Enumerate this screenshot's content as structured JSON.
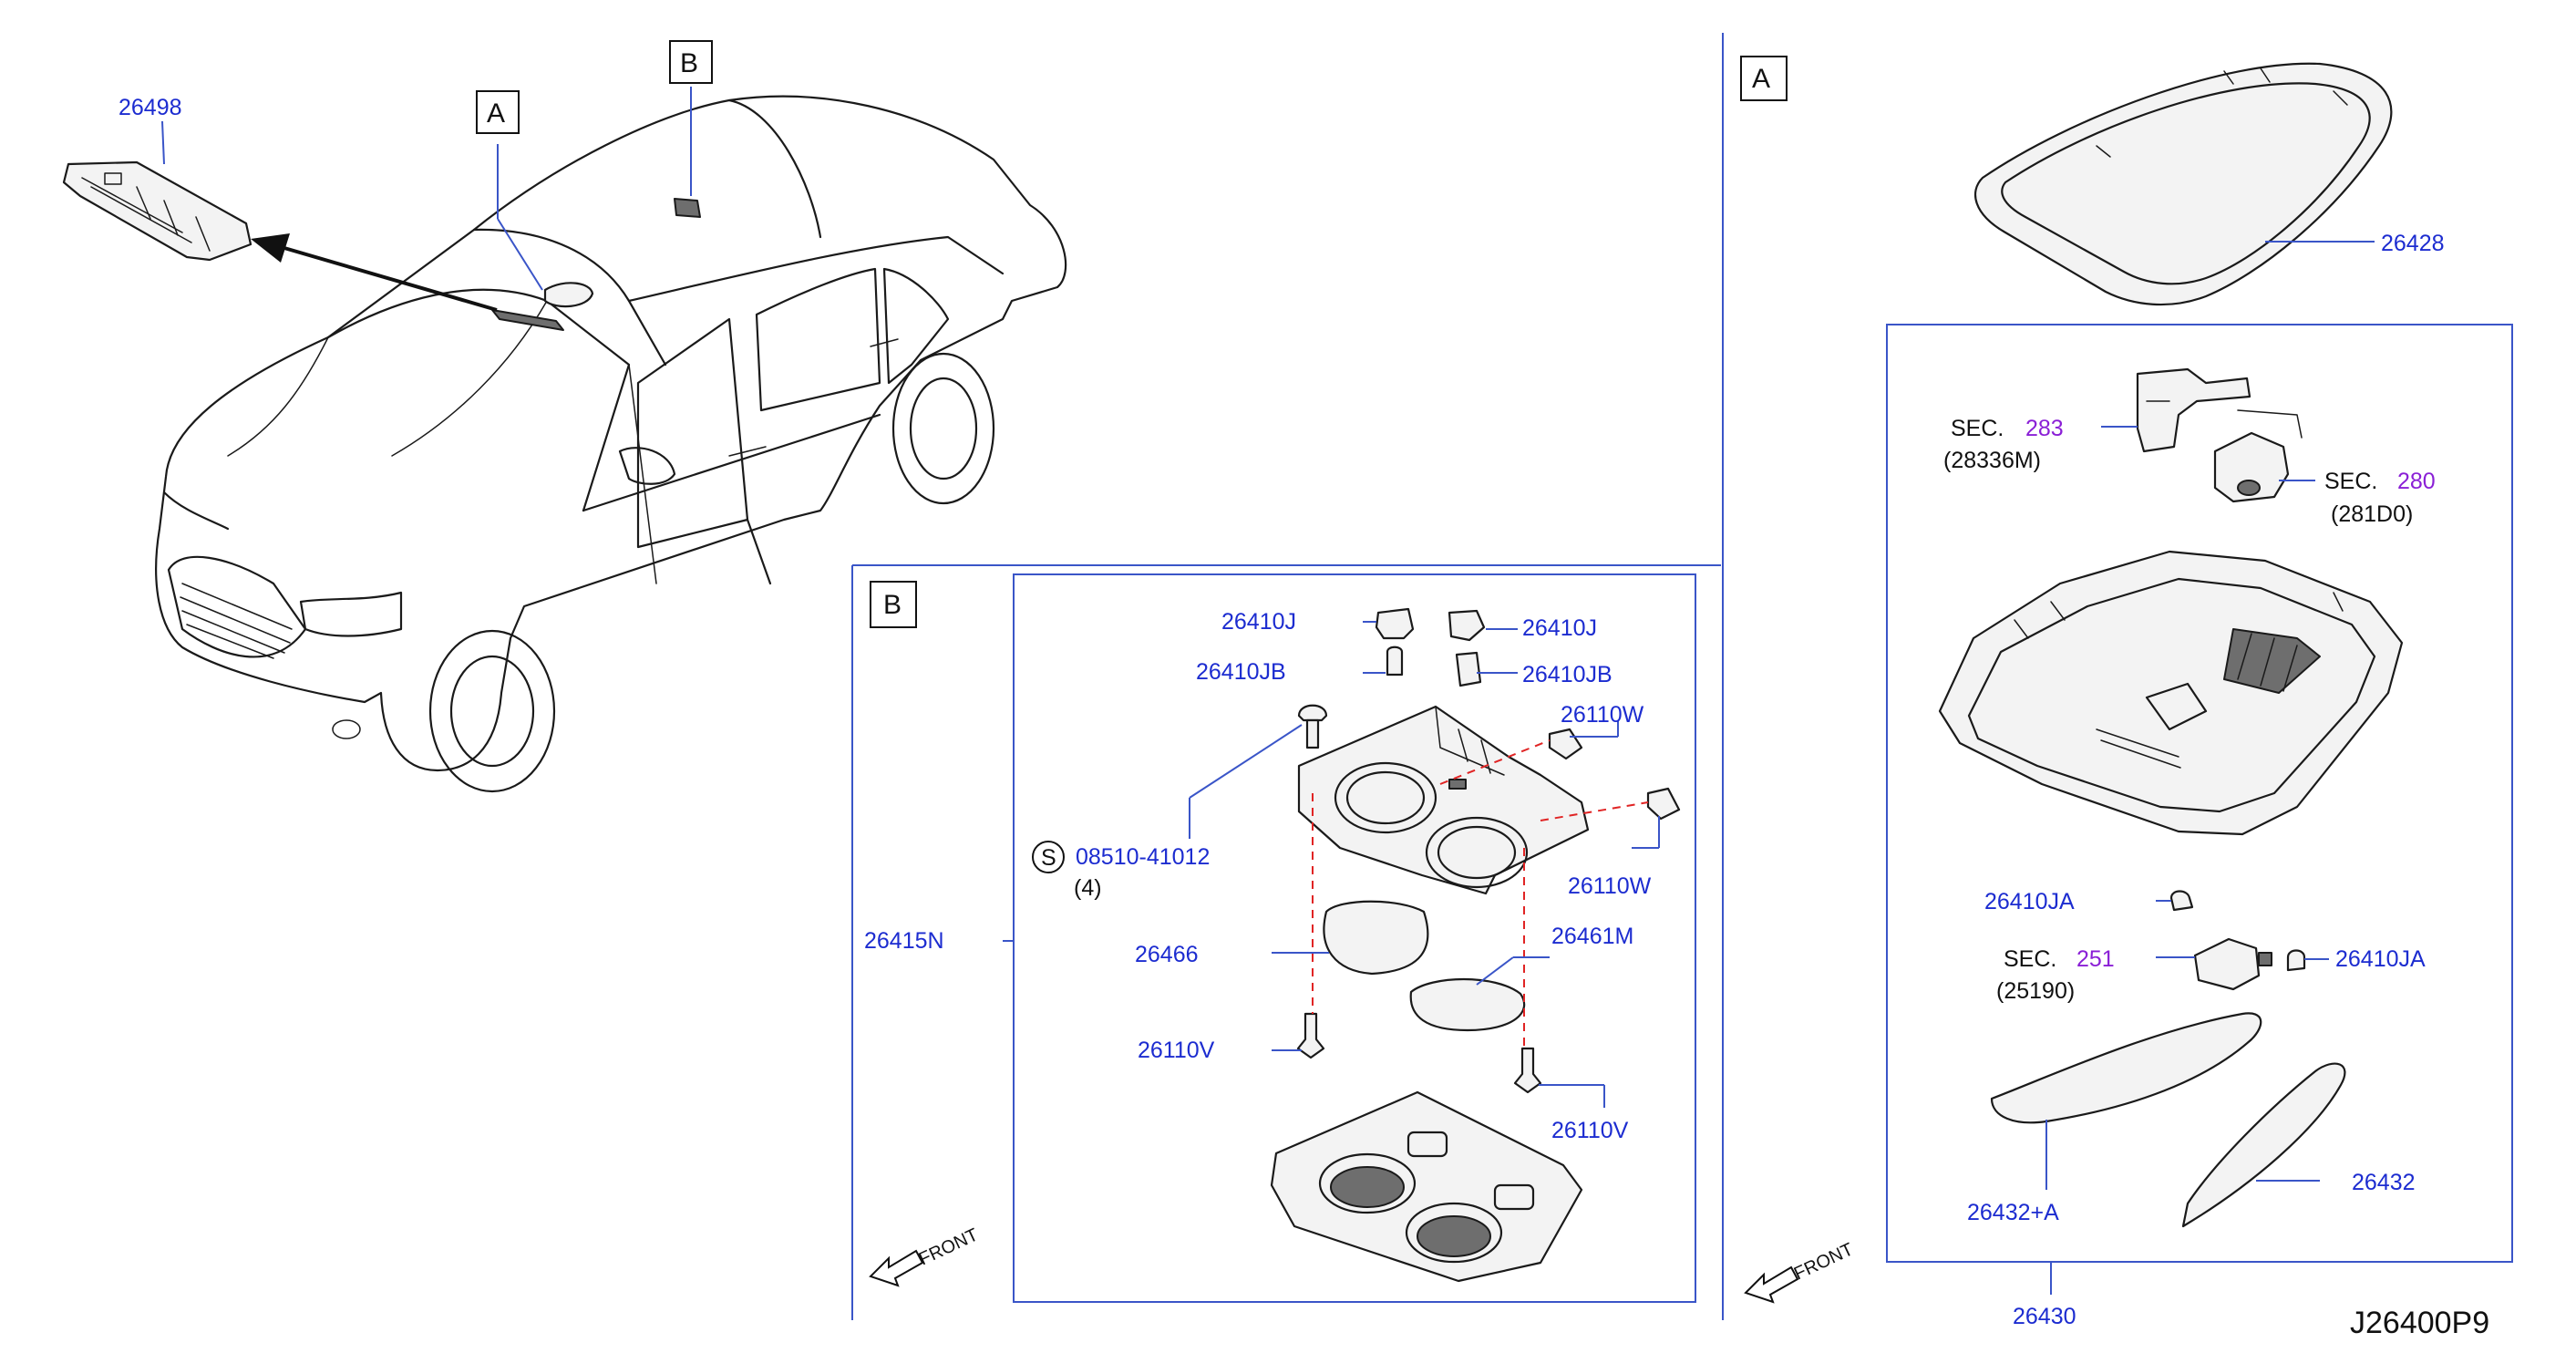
{
  "diagram_ref": "J26400P9",
  "view_markers": {
    "marker_a": "A",
    "marker_b": "B"
  },
  "front_label": "FRONT",
  "overview": {
    "map_lamp_part": "26498"
  },
  "detail_b": {
    "marker": "B",
    "assembly": "26415N",
    "bulb_socket_1": "26410J",
    "bulb_socket_2": "26410J",
    "bulb_1": "26410JB",
    "bulb_2": "26410JB",
    "clip_1": "26110W",
    "clip_2": "26110W",
    "screw_part": "08510-41012",
    "screw_symbol": "S",
    "screw_qty": "(4)",
    "lens_1": "26466",
    "lens_2": "26461M",
    "pin_1": "26110V",
    "pin_2": "26110V"
  },
  "detail_a": {
    "marker": "A",
    "frame": "26428",
    "assembly": "26430",
    "sec_283": {
      "sec": "SEC.",
      "num": "283",
      "code": "(28336M)"
    },
    "sec_280": {
      "sec": "SEC.",
      "num": "280",
      "code": "(281D0)"
    },
    "sec_251": {
      "sec": "SEC.",
      "num": "251",
      "code": "(25190)"
    },
    "bulb_1": "26410JA",
    "bulb_2": "26410JA",
    "cover_left": "26432+A",
    "cover_right": "26432"
  },
  "colors": {
    "label_blue": "#1c2cd0",
    "section_magenta": "#8a1fd6",
    "leader_blue": "#3a55c8",
    "guide_red": "#e02424"
  }
}
